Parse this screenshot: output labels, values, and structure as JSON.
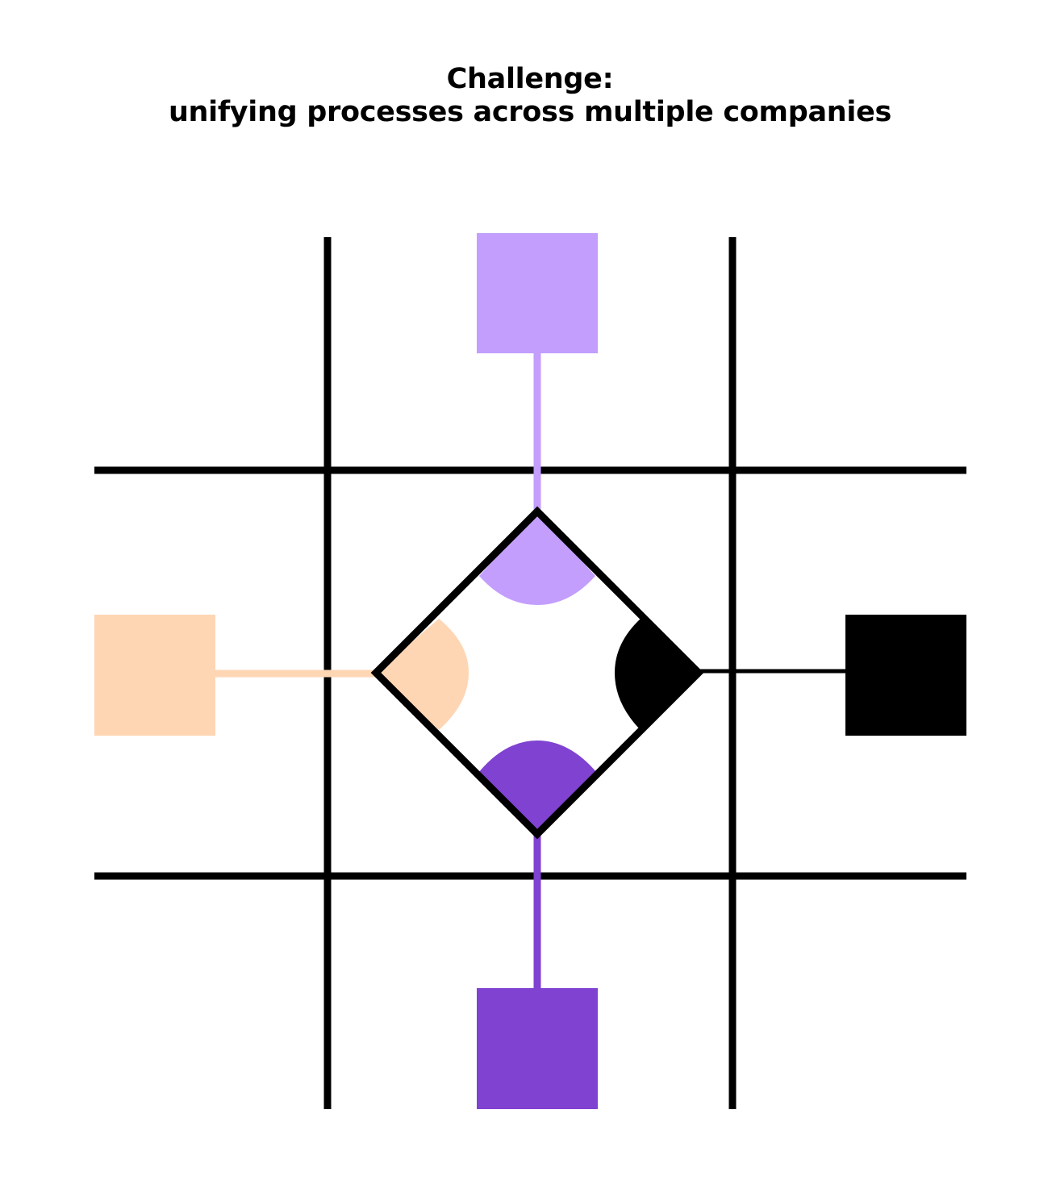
{
  "title": {
    "line1": "Challenge:",
    "line2": "unifying processes across multiple companies"
  },
  "colors": {
    "background": "#ffffff",
    "line": "#000000",
    "lavender": "#c39efd",
    "violet": "#8042d1",
    "peach": "#fed6b4",
    "black": "#000000"
  },
  "nodes": [
    {
      "name": "top-node",
      "color": "lavender"
    },
    {
      "name": "left-node",
      "color": "peach"
    },
    {
      "name": "right-node",
      "color": "black"
    },
    {
      "name": "bottom-node",
      "color": "violet"
    }
  ]
}
